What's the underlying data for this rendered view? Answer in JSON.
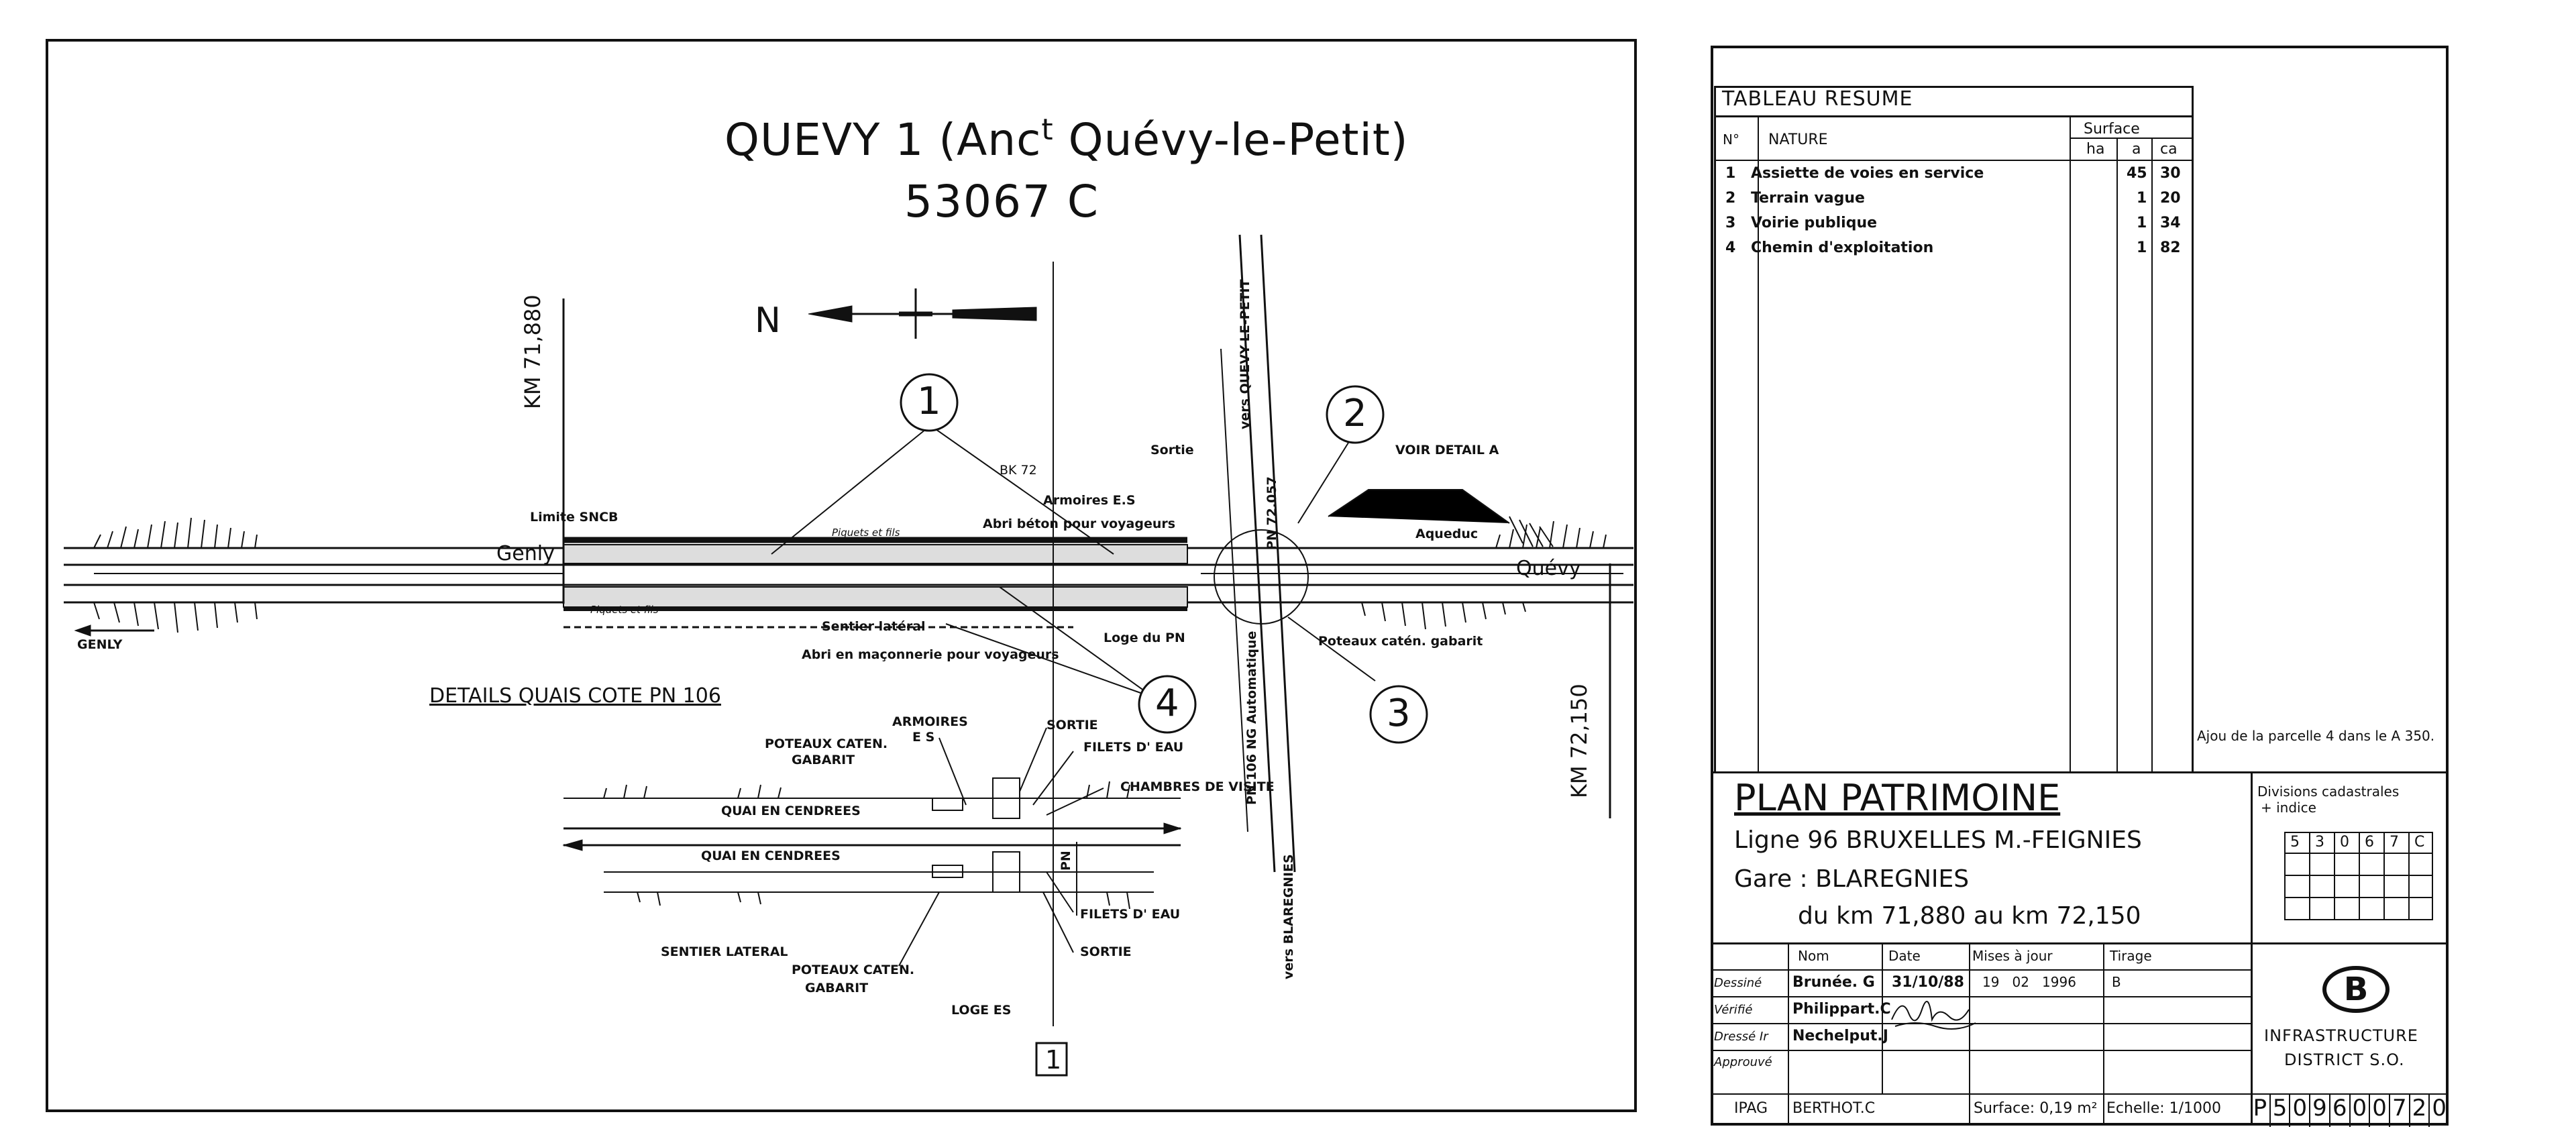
{
  "drawing": {
    "title_main_prefix": "QUEVY 1 (Anc",
    "title_main_sup": "t",
    "title_main_suffix": " Quévy-le-Petit)",
    "code": "53067 C",
    "north": "N",
    "km_left": "KM 71,880",
    "km_right": "KM 72,150",
    "circles": [
      "1",
      "2",
      "3",
      "4"
    ],
    "labels": {
      "limite_sncb": "Limite SNCB",
      "bk72": "BK 72",
      "armoires_es": "Armoires E.S",
      "sortie": "Sortie",
      "voir_detail_a": "VOIR DETAIL A",
      "abri_beton": "Abri béton pour voyageurs",
      "aqueduc": "Aqueduc",
      "genly_track": "Genly",
      "quevy_track": "Quévy",
      "genly": "GENLY",
      "piquets_fils_top": "Piquets et fils",
      "piquets_fils_bottom": "Piquets et fils",
      "sentier_lateral": "Sentier latéral",
      "loge_pn": "Loge du PN",
      "abri_maconnerie": "Abri en maçonnerie pour voyageurs",
      "poteaux_caten_gabarit": "Poteaux catén. gabarit",
      "vers_quevy": "vers QUEVY-LE-PETIT",
      "vers_blaregnies": "vers BLAREGNIES",
      "pn106_auto": "PN 106 NG Automatique",
      "km_pn": "PN 72.057"
    },
    "details": {
      "title": "DETAILS QUAIS COTE PN 106",
      "armoires_es": "ARMOIRES",
      "armoires_es2": "E S",
      "poteaux_caten": "POTEAUX CATEN.",
      "gabarit": "GABARIT",
      "sortie_top": "SORTIE",
      "filets_top": "FILETS D' EAU",
      "chambres": "CHAMBRES DE VISITE",
      "quai_top": "QUAI EN CENDREES",
      "quai_bottom": "QUAI EN CENDREES",
      "filets_bottom": "FILETS D' EAU",
      "sentier": "SENTIER LATERAL",
      "poteaux_caten2": "POTEAUX CATEN.",
      "gabarit2": "GABARIT",
      "sortie_bottom": "SORTIE",
      "loge_es": "LOGE ES",
      "pn_mark": "PN",
      "sq_1": "1"
    }
  },
  "tableau": {
    "title": "TABLEAU RESUME",
    "col_n": "N°",
    "col_nature": "NATURE",
    "col_surface": "Surface",
    "col_ha": "ha",
    "col_a": "a",
    "col_ca": "ca",
    "rows": [
      {
        "n": "1",
        "nature": "Assiette de voies en service",
        "ha": "",
        "a": "45",
        "ca": "30"
      },
      {
        "n": "2",
        "nature": "Terrain vague",
        "ha": "",
        "a": "1",
        "ca": "20"
      },
      {
        "n": "3",
        "nature": "Voirie publique",
        "ha": "",
        "a": "1",
        "ca": "34"
      },
      {
        "n": "4",
        "nature": "Chemin d'exploitation",
        "ha": "",
        "a": "1",
        "ca": "82"
      }
    ],
    "note": "Ajou de la parcelle 4 dans le A 350."
  },
  "cartouche": {
    "plan": "PLAN PATRIMOINE",
    "ligne": "Ligne 96 BRUXELLES M.-FEIGNIES",
    "gare": "Gare : BLAREGNIES",
    "km": "du km 71,880 au km 72,150",
    "div_title": "Divisions cadastrales",
    "div_sub": "+ indice",
    "div_cells": [
      "5",
      "3",
      "0",
      "6",
      "7",
      "C"
    ],
    "head_nom": "Nom",
    "head_date": "Date",
    "head_mises": "Mises à jour",
    "head_tirage": "Tirage",
    "r_dessine": "Dessiné",
    "r_verifie": "Vérifié",
    "r_dresse": "Dressé Ir",
    "r_approuve": "Approuvé",
    "r_ipag": "IPAG",
    "v_dessine": "Brunée. G",
    "v_verifie": "Philippart.C",
    "v_dresse": "Nechelput.J",
    "v_ipag": "BERTHOT.C",
    "d_dessine": "31/10/88",
    "mise_date": "19   02   1996",
    "tirage_val": "B",
    "surface": "Surface: 0,19 m²",
    "echelle": "Echelle: 1/1000",
    "logo_letter": "B",
    "infra": "INFRASTRUCTURE",
    "district": "DISTRICT S.O.",
    "ref_cells": [
      "P",
      "5",
      "0",
      "9",
      "6",
      "0",
      "0",
      "7",
      "2",
      "0"
    ]
  }
}
